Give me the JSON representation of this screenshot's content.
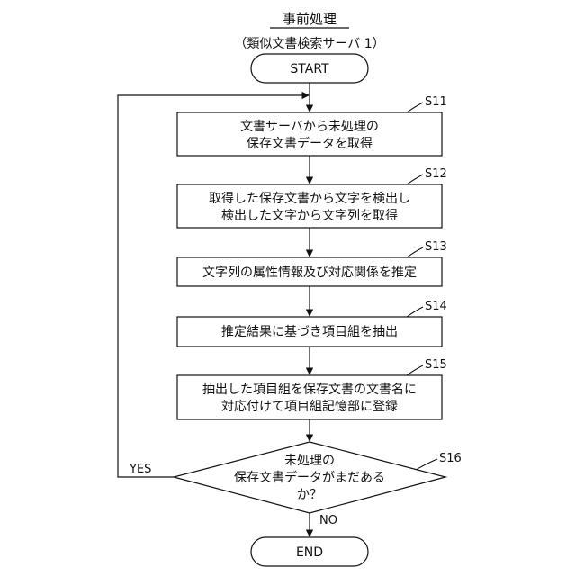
{
  "header": {
    "title": "事前処理",
    "subtitle": "（類似文書検索サーバ 1）"
  },
  "terminals": {
    "start": "START",
    "end": "END"
  },
  "steps": [
    {
      "id": "S11",
      "lines": [
        "文書サーバから未処理の",
        "保存文書データを取得"
      ]
    },
    {
      "id": "S12",
      "lines": [
        "取得した保存文書から文字を検出し",
        "検出した文字から文字列を取得"
      ]
    },
    {
      "id": "S13",
      "lines": [
        "文字列の属性情報及び対応関係を推定"
      ]
    },
    {
      "id": "S14",
      "lines": [
        "推定結果に基づき項目組を抽出"
      ]
    },
    {
      "id": "S15",
      "lines": [
        "抽出した項目組を保存文書の文書名に",
        "対応付けて項目組記憶部に登録"
      ]
    }
  ],
  "decision": {
    "id": "S16",
    "lines": [
      "未処理の",
      "保存文書データがまだある",
      "か？"
    ],
    "yes_label": "YES",
    "no_label": "NO"
  }
}
